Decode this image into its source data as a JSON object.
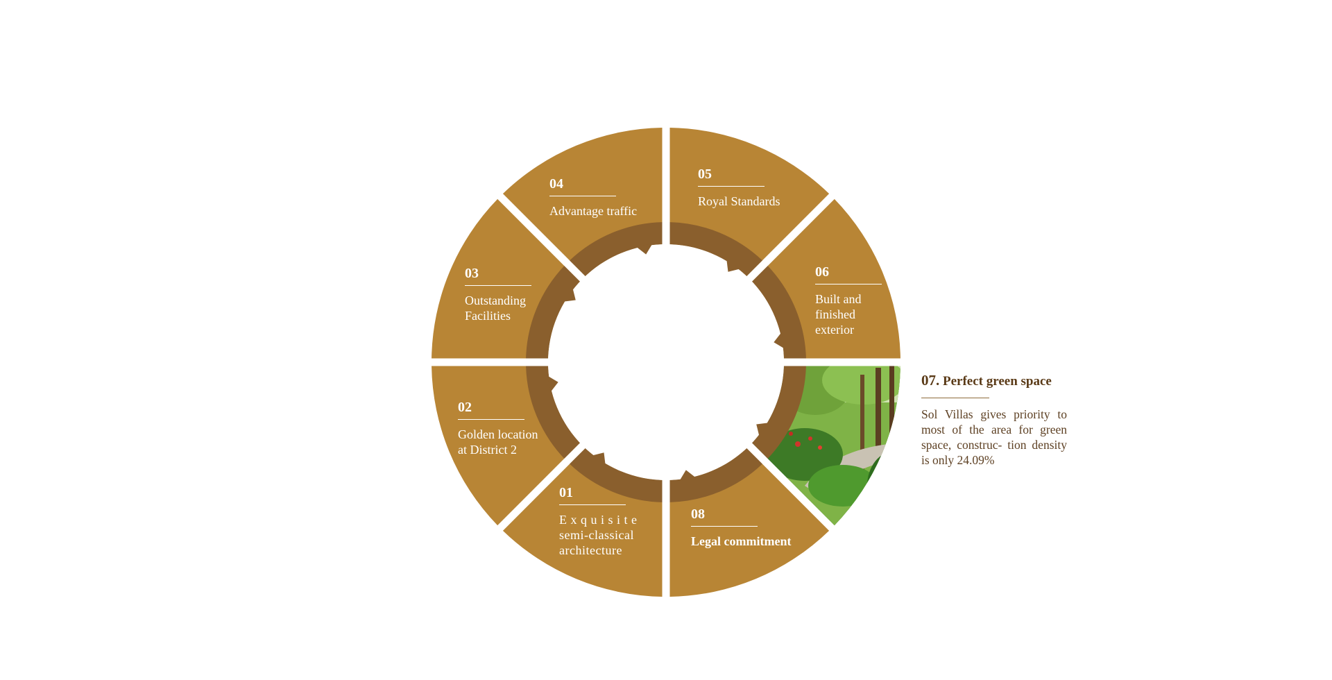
{
  "colors": {
    "segment_fill": "#b88535",
    "inner_ring": "#8a5f2d",
    "background": "#ffffff",
    "detail_text": "#5a3a17",
    "foliage_dark": "#2f5a1c",
    "foliage_light": "#7fb347",
    "path": "#c9c2b3"
  },
  "segments": [
    {
      "number": "01",
      "label": "E x q u i s i t e\nsemi-classical\narchitecture"
    },
    {
      "number": "02",
      "label": "Golden location\nat District 2"
    },
    {
      "number": "03",
      "label": "Outstanding\nFacilities"
    },
    {
      "number": "04",
      "label": "Advantage traffic"
    },
    {
      "number": "05",
      "label": "Royal Standards"
    },
    {
      "number": "06",
      "label": "Built and\nfinished\nexterior"
    },
    {
      "number": "07",
      "label": ""
    },
    {
      "number": "08",
      "label": "Legal commitment"
    }
  ],
  "active": {
    "number": "07.",
    "title": "Perfect green space",
    "description": "Sol Villas gives priority to most of the area for green space, construc- tion density is only 24.09%",
    "image_icon": "garden-photo"
  }
}
